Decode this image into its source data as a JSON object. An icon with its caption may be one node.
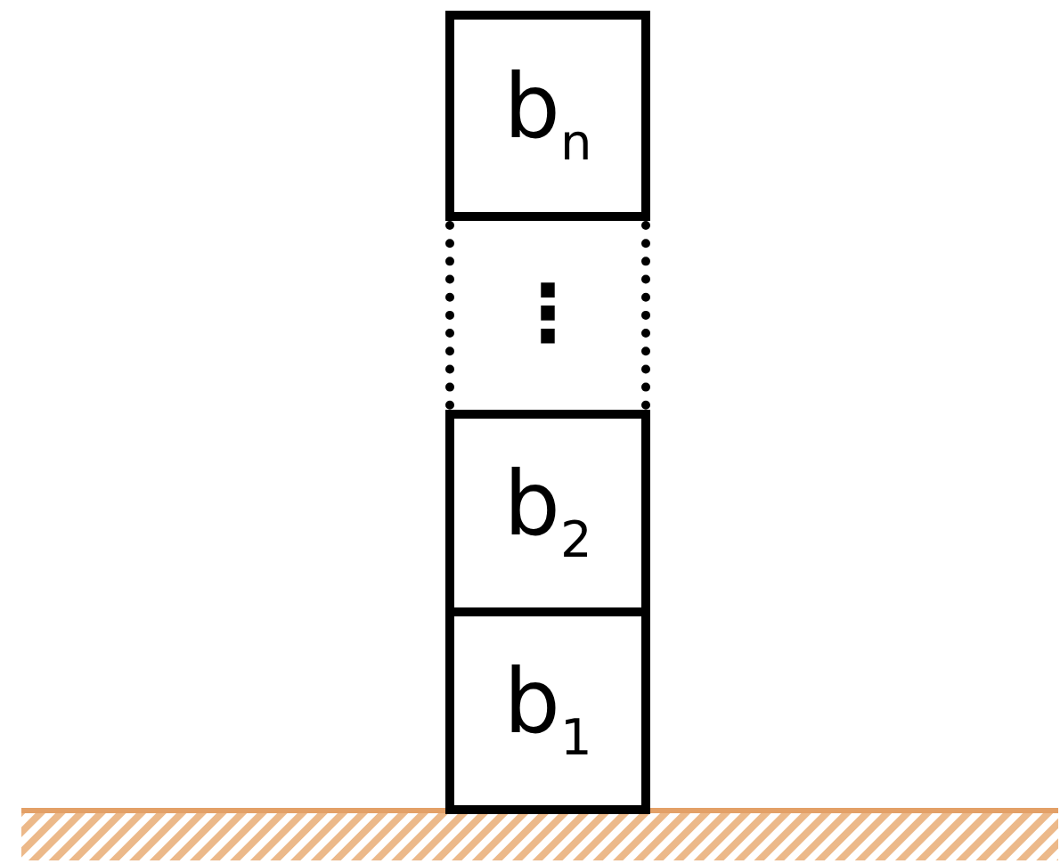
{
  "diagram": {
    "nodes": [
      {
        "text": [
          "b$_{n}$"
        ]
      },
      {
        "text": [
          "⋮"
        ]
      },
      {
        "text": [
          "b$_{2}$"
        ]
      },
      {
        "text": [
          "b$_{1}$"
        ]
      }
    ]
  }
}
